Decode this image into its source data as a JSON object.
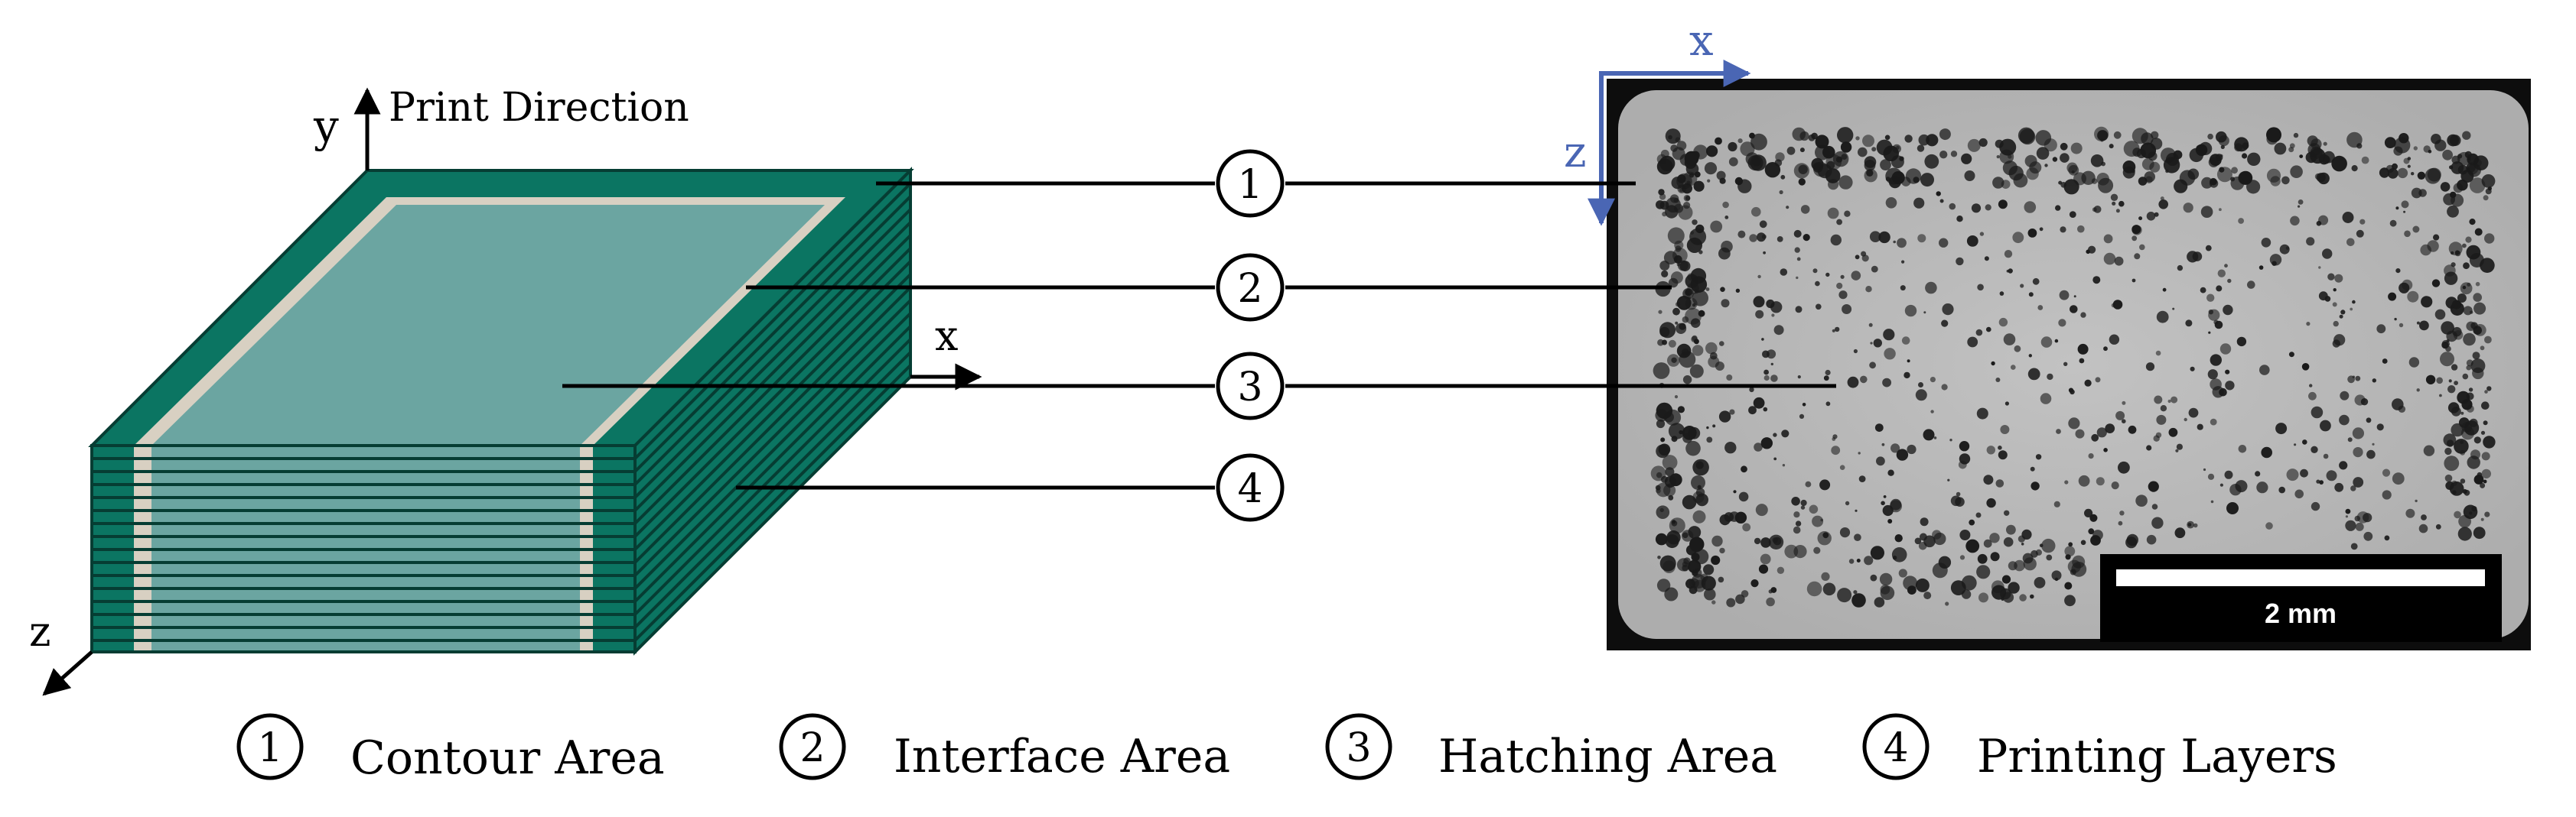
{
  "axes_3d": {
    "y_label": "y",
    "x_label": "x",
    "z_label": "z",
    "print_direction_label": "Print Direction"
  },
  "micrograph": {
    "x_label": "x",
    "z_label": "z",
    "scale_bar_label": "2 mm",
    "axis_color": "#4a66b4"
  },
  "callouts": [
    {
      "num": "1"
    },
    {
      "num": "2"
    },
    {
      "num": "3"
    },
    {
      "num": "4"
    }
  ],
  "legend": [
    {
      "num": "1",
      "label": "Contour Area"
    },
    {
      "num": "2",
      "label": "Interface Area"
    },
    {
      "num": "3",
      "label": "Hatching Area"
    },
    {
      "num": "4",
      "label": "Printing Layers"
    }
  ],
  "colors": {
    "contour": "#0b7562",
    "interface": "#d8d0c2",
    "hatching": "#6ba5a1",
    "layer_dark": "#063d33",
    "pores": "#1a1a1a",
    "matrix": "#b9b9b9"
  }
}
